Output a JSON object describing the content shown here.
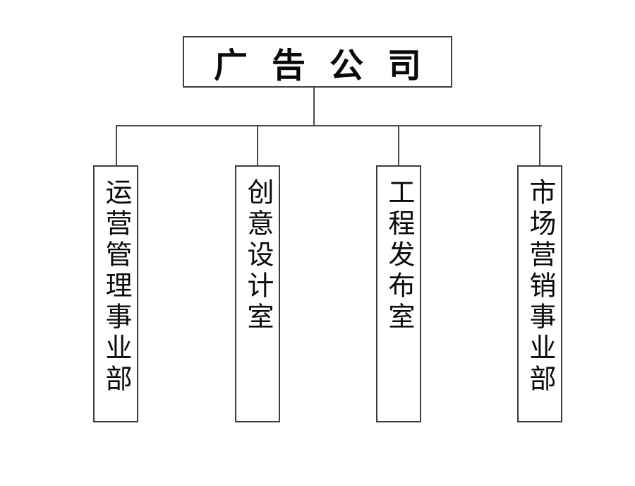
{
  "title": {
    "label": "广告公司"
  },
  "departments": [
    {
      "label": "运营管理事业部"
    },
    {
      "label": "创意设计室"
    },
    {
      "label": "工程发布室"
    },
    {
      "label": "市场营销事业部"
    }
  ],
  "colors": {
    "line": "#4a4a4a",
    "box_border": "#3d3d3d",
    "text": "#0a0a0a",
    "background": "#ffffff"
  }
}
